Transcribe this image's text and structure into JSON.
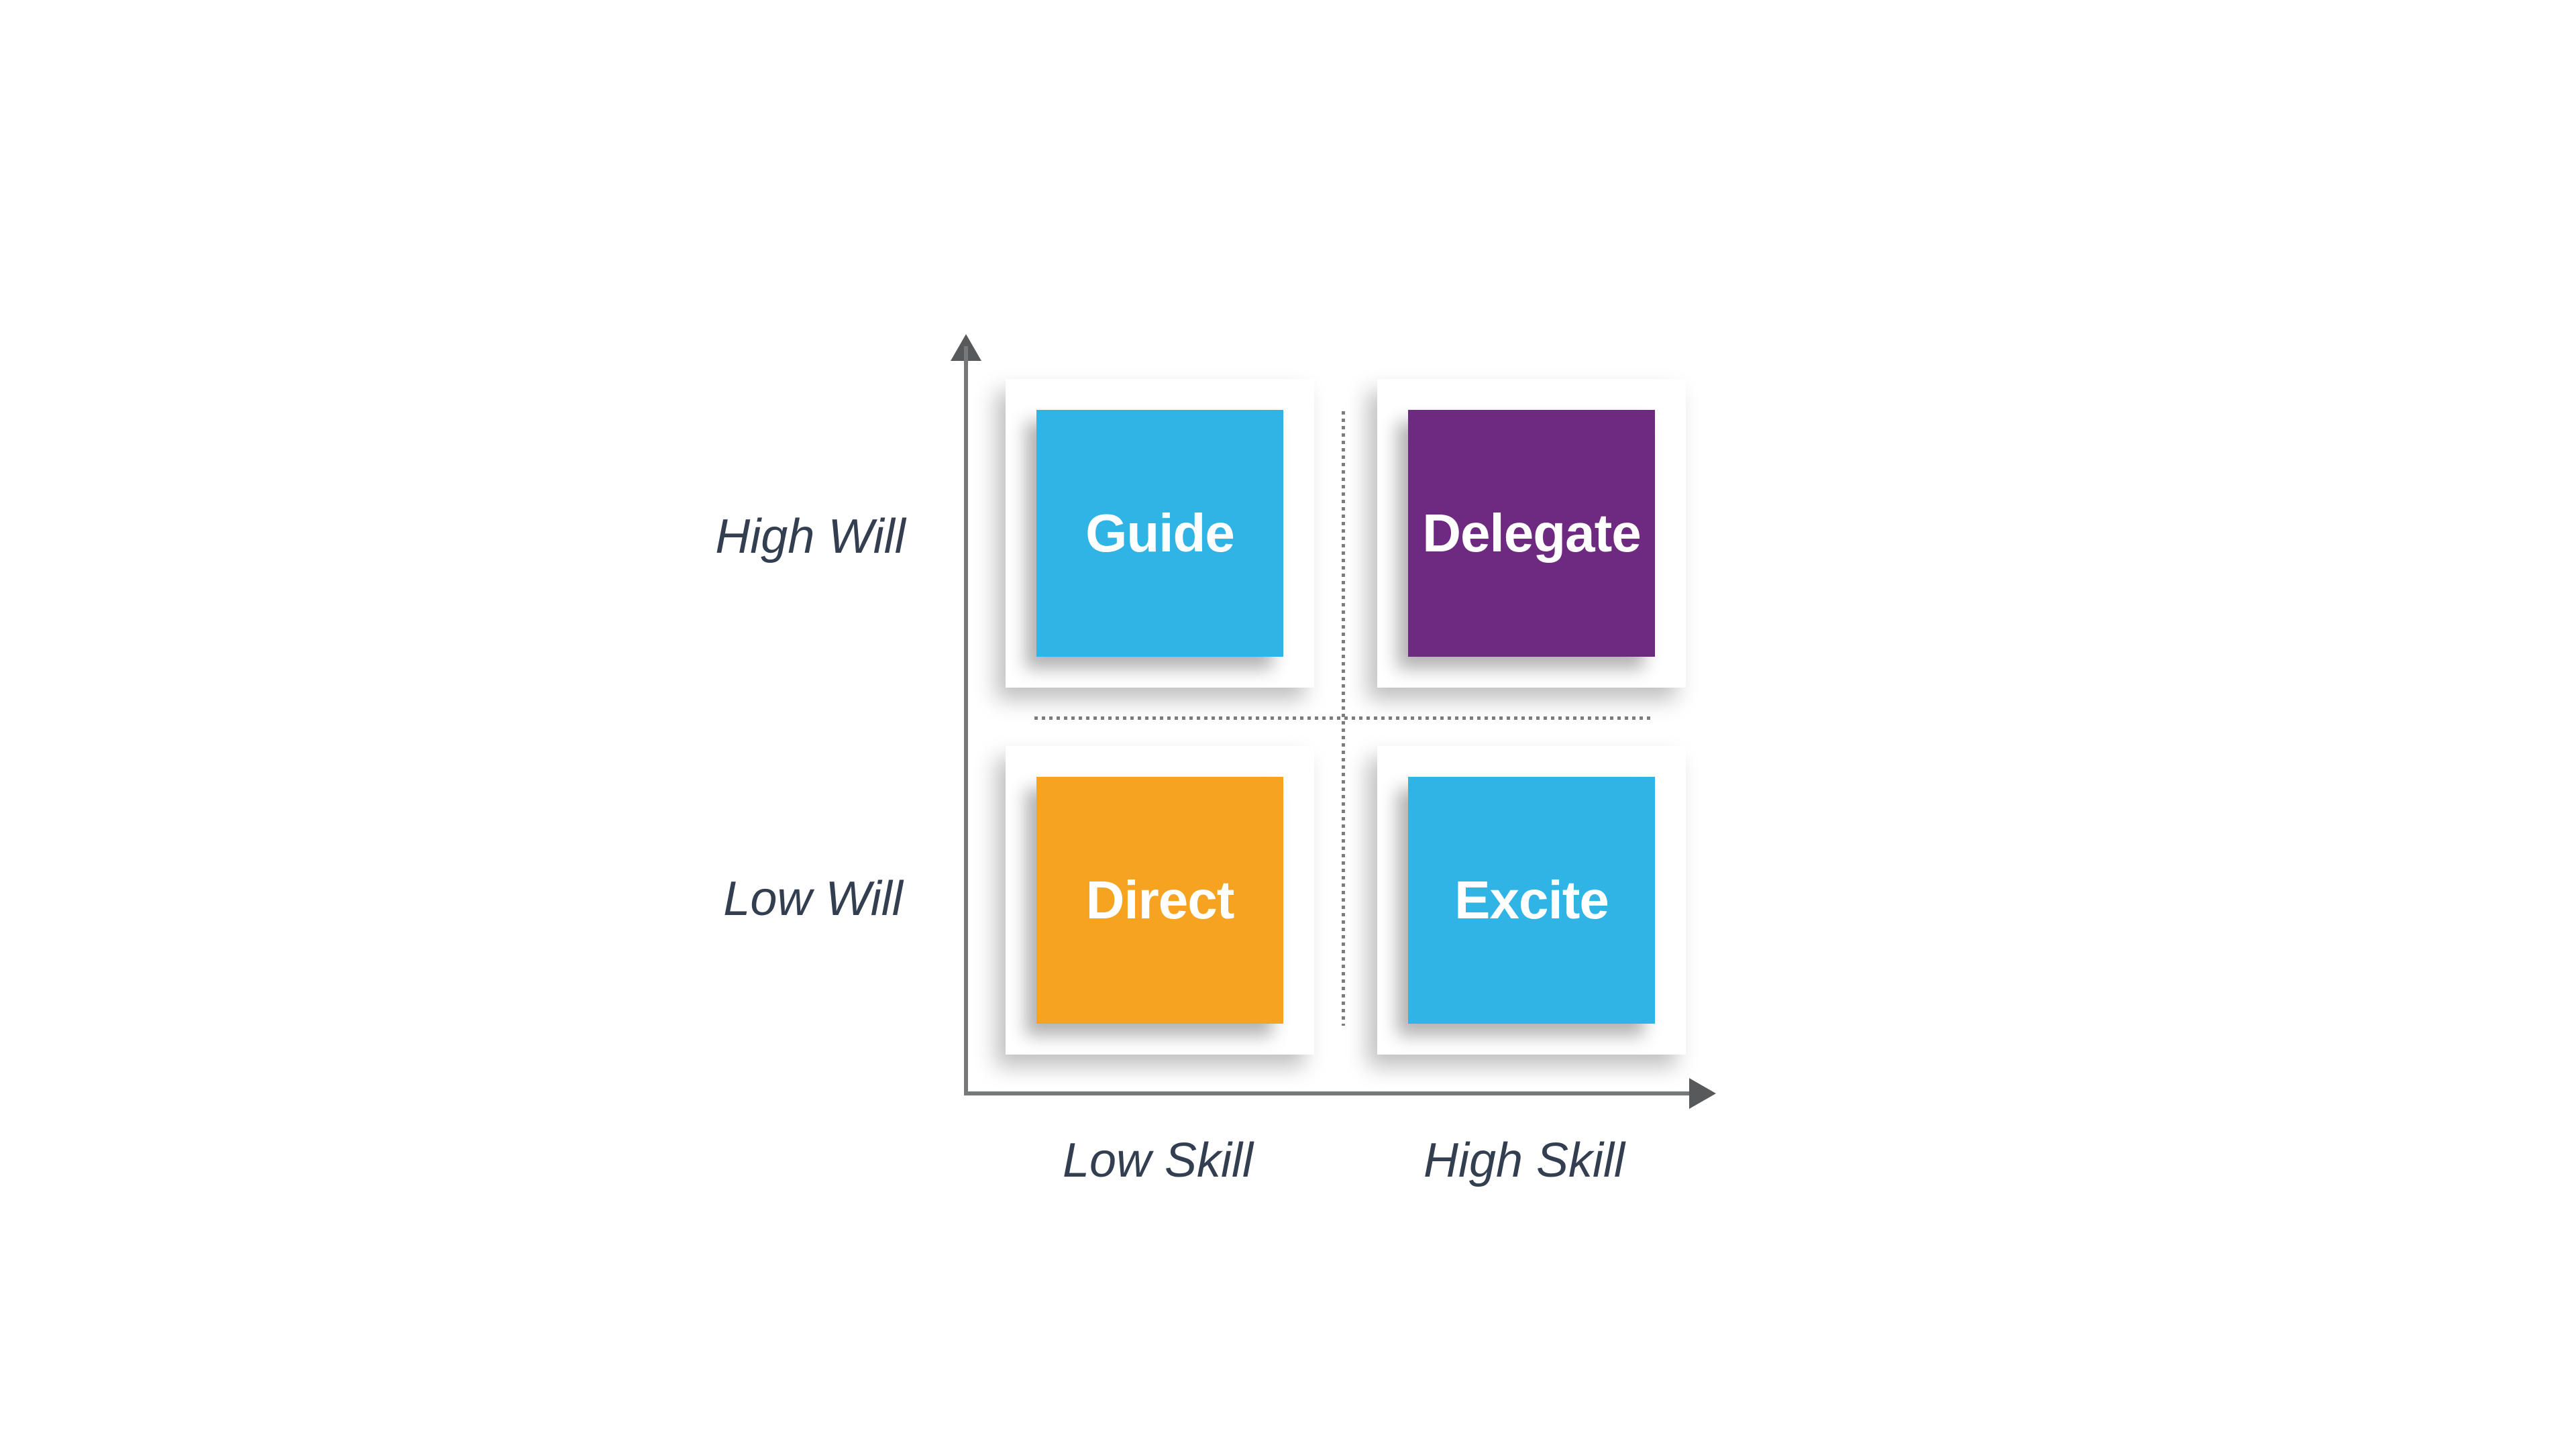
{
  "diagram": {
    "type": "2x2-matrix",
    "background": "#ffffff",
    "y_axis": {
      "high_label": "High Will",
      "low_label": "Low Will"
    },
    "x_axis": {
      "low_label": "Low Skill",
      "high_label": "High Skill"
    },
    "quadrants": [
      {
        "position": "top-left",
        "label": "Guide",
        "color": "#2FB4E5"
      },
      {
        "position": "top-right",
        "label": "Delegate",
        "color": "#6E2A80"
      },
      {
        "position": "bottom-left",
        "label": "Direct",
        "color": "#F5A320"
      },
      {
        "position": "bottom-right",
        "label": "Excite",
        "color": "#2FB4E5"
      }
    ],
    "colors": {
      "quadrant_text": "#FFFFFF",
      "axis_line": "#77787A",
      "axis_arrow": "#58595B",
      "dotted_line": "#7D7D7D",
      "label_text": "#333F50",
      "card_background": "#FFFFFF"
    }
  }
}
